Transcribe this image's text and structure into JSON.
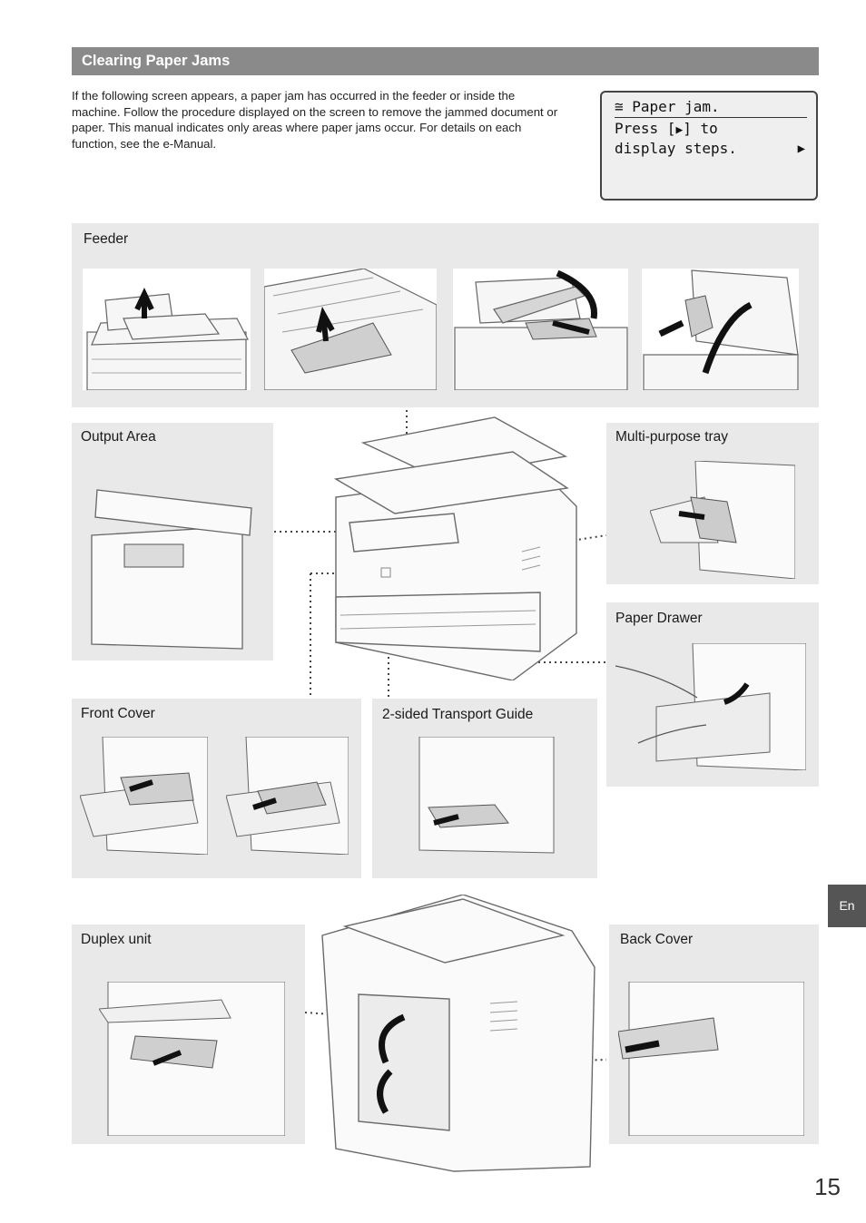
{
  "header": {
    "title": "Clearing Paper Jams"
  },
  "intro": {
    "text": "If the following screen appears, a paper jam has occurred in the feeder or inside the machine. Follow the procedure displayed on the screen to remove the jammed document or paper. This manual indicates only areas where paper jams occur. For details on each function, see the e-Manual."
  },
  "lcd": {
    "line1": "Paper jam.",
    "line2_pre": "Press [",
    "line2_post": "] to",
    "line3": "display steps."
  },
  "panels": {
    "feeder": "Feeder",
    "output_area": "Output Area",
    "multipurpose_tray": "Multi-purpose tray",
    "paper_drawer": "Paper Drawer",
    "front_cover": "Front Cover",
    "transport_guide": "2-sided Transport Guide",
    "duplex_unit": "Duplex unit",
    "back_cover": "Back Cover"
  },
  "side_tab": "En",
  "page_number": "15",
  "icons": [
    "paper-jam-icon",
    "right-arrow-icon"
  ],
  "colors": {
    "header_bg": "#8a8a8a",
    "panel_bg": "#e9e9e9",
    "tab_bg": "#555555"
  }
}
